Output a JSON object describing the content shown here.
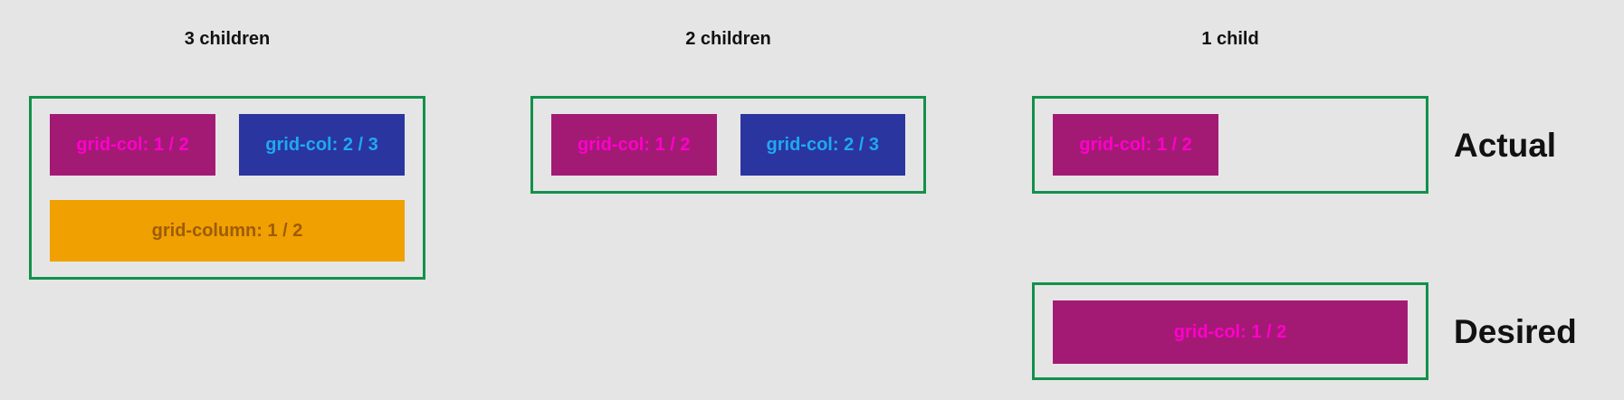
{
  "page": {
    "background": "#e5e5e5"
  },
  "colors": {
    "container_border": "#12914a",
    "magenta_bg": "#a31a75",
    "magenta_text": "#ff00cb",
    "blue_bg": "#2a35a0",
    "blue_text": "#1fa9f2",
    "orange_bg": "#f0a000",
    "orange_text": "#9c5c08",
    "heading_text": "#111111"
  },
  "columns": [
    {
      "title": "3 children"
    },
    {
      "title": "2 children"
    },
    {
      "title": "1 child"
    }
  ],
  "rows": [
    {
      "label": "Actual"
    },
    {
      "label": "Desired"
    }
  ],
  "containers": {
    "three_children": {
      "items": [
        {
          "text": "grid-col: 1 / 2"
        },
        {
          "text": "grid-col: 2 / 3"
        },
        {
          "text": "grid-column: 1 / 2"
        }
      ]
    },
    "two_children": {
      "items": [
        {
          "text": "grid-col: 1 / 2"
        },
        {
          "text": "grid-col: 2 / 3"
        }
      ]
    },
    "one_child_actual": {
      "items": [
        {
          "text": "grid-col: 1 / 2"
        }
      ]
    },
    "one_child_desired": {
      "items": [
        {
          "text": "grid-col: 1 / 2"
        }
      ]
    }
  }
}
